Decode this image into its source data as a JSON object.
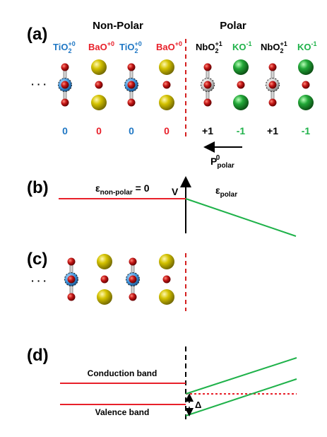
{
  "colors": {
    "blue": "#1f77c4",
    "red": "#e8202a",
    "green": "#1fb24a",
    "black": "#000000",
    "oxygen": "#b40f0f",
    "barium": "#c9b800",
    "potassium": "#1f9e32"
  },
  "panel_a": {
    "label": "(a)",
    "nonpolar_title": "Non-Polar",
    "polar_title": "Polar",
    "ellipsis": "· · ·",
    "layers": [
      {
        "base": "TiO",
        "sub": "2",
        "sup": "+0",
        "charge": "0",
        "color": "blue",
        "atoms": "ti"
      },
      {
        "base": "BaO",
        "sub": "",
        "sup": "+0",
        "charge": "0",
        "color": "red",
        "atoms": "ba"
      },
      {
        "base": "TiO",
        "sub": "2",
        "sup": "+0",
        "charge": "0",
        "color": "blue",
        "atoms": "ti"
      },
      {
        "base": "BaO",
        "sub": "",
        "sup": "+0",
        "charge": "0",
        "color": "red",
        "atoms": "ba"
      },
      {
        "base": "NbO",
        "sub": "2",
        "sup": "+1",
        "charge": "+1",
        "color": "black",
        "atoms": "nb"
      },
      {
        "base": "KO",
        "sub": "",
        "sup": "-1",
        "charge": "-1",
        "color": "green",
        "atoms": "k"
      },
      {
        "base": "NbO",
        "sub": "2",
        "sup": "+1",
        "charge": "+1",
        "color": "black",
        "atoms": "nb"
      },
      {
        "base": "KO",
        "sub": "",
        "sup": "-1",
        "charge": "-1",
        "color": "green",
        "atoms": "k"
      }
    ],
    "polarization": {
      "base": "P",
      "sub": "polar",
      "sup": "0"
    }
  },
  "panel_b": {
    "label": "(b)",
    "eps_nonpolar": {
      "base": "ε",
      "sub": "non-polar",
      "rest": " = 0"
    },
    "eps_polar": {
      "base": "ε",
      "sub": "polar"
    },
    "v_label": "V"
  },
  "panel_c": {
    "label": "(c)",
    "ellipsis": "· · ·",
    "layers": [
      "ti",
      "ba",
      "ti",
      "ba"
    ]
  },
  "panel_d": {
    "label": "(d)",
    "conduction_label": "Conduction band",
    "valence_label": "Valence band",
    "delta_label": "Δ"
  }
}
